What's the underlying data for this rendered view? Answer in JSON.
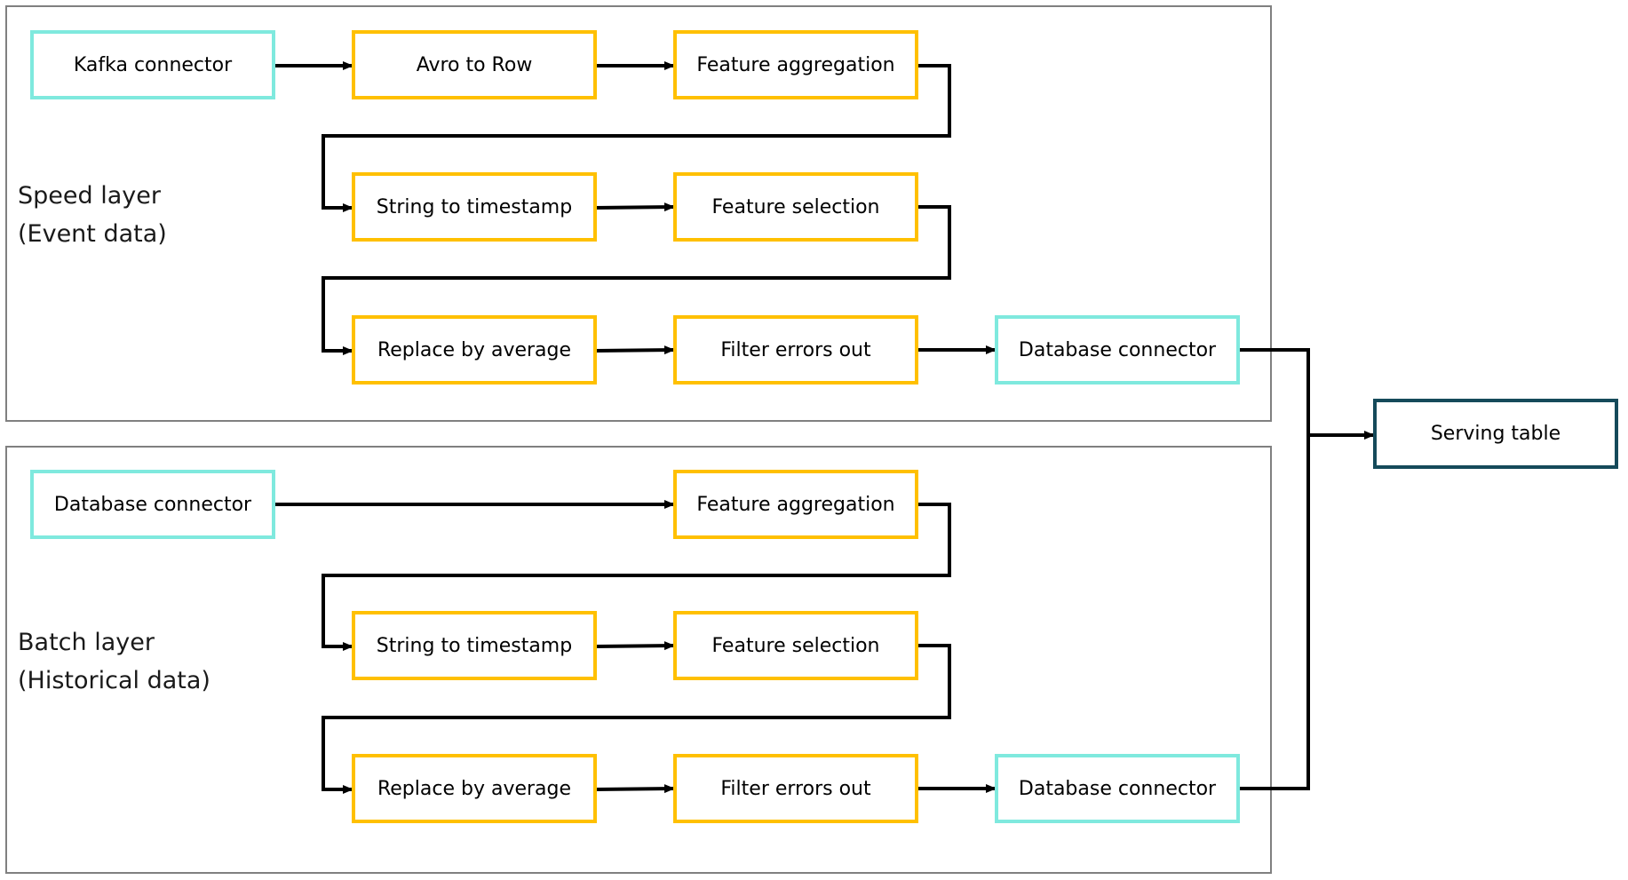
{
  "colors": {
    "transform_border": "#ffc000",
    "connector_border": "#7fe9de",
    "sink_border": "#154a5a",
    "frame_border": "#808080",
    "edge": "#000000"
  },
  "speed_layer": {
    "label_line1": "Speed layer",
    "label_line2": "(Event data)",
    "nodes": {
      "kafka_connector": "Kafka connector",
      "avro_to_row": "Avro to Row",
      "feature_aggregation": "Feature aggregation",
      "string_to_timestamp": "String to timestamp",
      "feature_selection": "Feature selection",
      "replace_by_average": "Replace by average",
      "filter_errors_out": "Filter errors out",
      "database_connector": "Database connector"
    }
  },
  "batch_layer": {
    "label_line1": "Batch layer",
    "label_line2": "(Historical data)",
    "nodes": {
      "database_connector_source": "Database connector",
      "feature_aggregation": "Feature aggregation",
      "string_to_timestamp": "String to timestamp",
      "feature_selection": "Feature selection",
      "replace_by_average": "Replace by average",
      "filter_errors_out": "Filter errors out",
      "database_connector": "Database connector"
    }
  },
  "serving_table": "Serving table"
}
